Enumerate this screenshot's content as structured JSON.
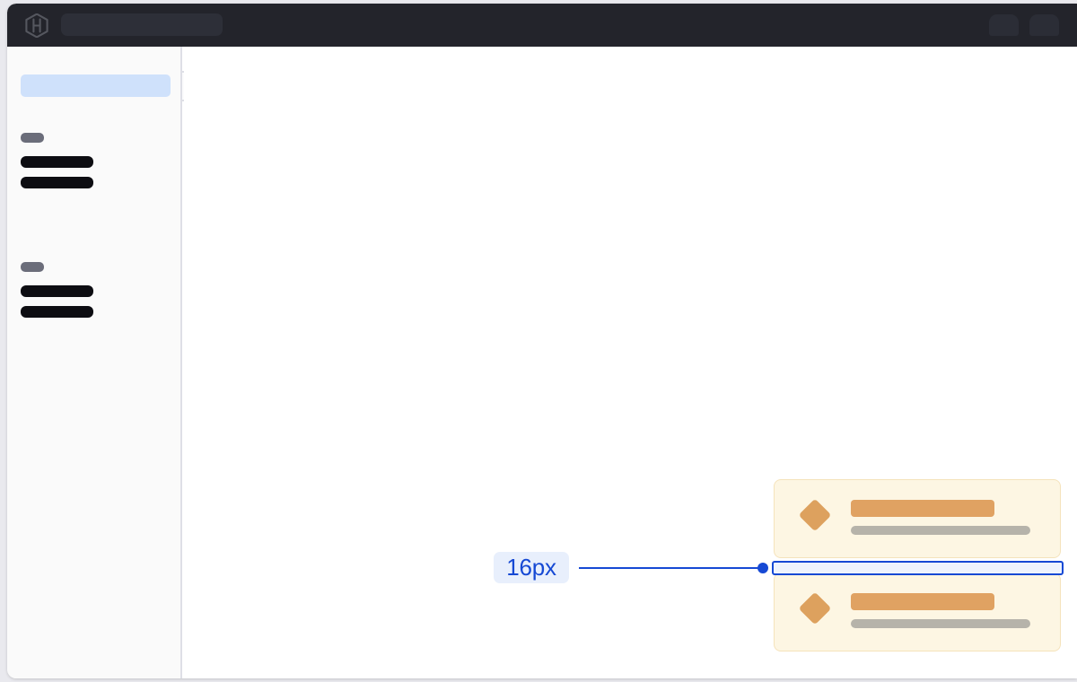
{
  "window": {
    "name": "design-inspector-window"
  },
  "topbar": {
    "logo_icon": "hexagon-h-logo-icon",
    "search": {
      "value": "",
      "placeholder": ""
    },
    "actions": [
      {
        "name": "topbar-action-a",
        "icon": "placeholder-pill-icon"
      },
      {
        "name": "topbar-action-b",
        "icon": "placeholder-pill-icon"
      }
    ]
  },
  "sidebar": {
    "active_item": {
      "label": "",
      "highlight_color": "#cfe1fb"
    },
    "edge_tab": {
      "name": "sidebar-collapse-tab",
      "icon": "panel-toggle-icon"
    },
    "groups": [
      {
        "label": "",
        "items": [
          {
            "label": ""
          },
          {
            "label": ""
          }
        ]
      },
      {
        "label": "",
        "items": [
          {
            "label": ""
          },
          {
            "label": ""
          }
        ]
      }
    ]
  },
  "main": {
    "cards": [
      {
        "icon": "diamond-icon",
        "title": "",
        "subtitle": ""
      },
      {
        "icon": "diamond-icon",
        "title": "",
        "subtitle": ""
      }
    ],
    "measurement": {
      "value_label": "16px",
      "accent_color": "#1649d4",
      "fill_color": "#eef3fd",
      "chip_background": "#e8effc",
      "property": "gap"
    }
  },
  "colors": {
    "page_background": "#e9e9ee",
    "topbar_background": "#23242b",
    "sidebar_background": "#fafafa",
    "canvas_background": "#ffffff",
    "card_background": "#fdf6e3",
    "card_border": "#f5e3bb",
    "card_accent": "#e0a262",
    "card_muted": "#b6b3aa"
  }
}
